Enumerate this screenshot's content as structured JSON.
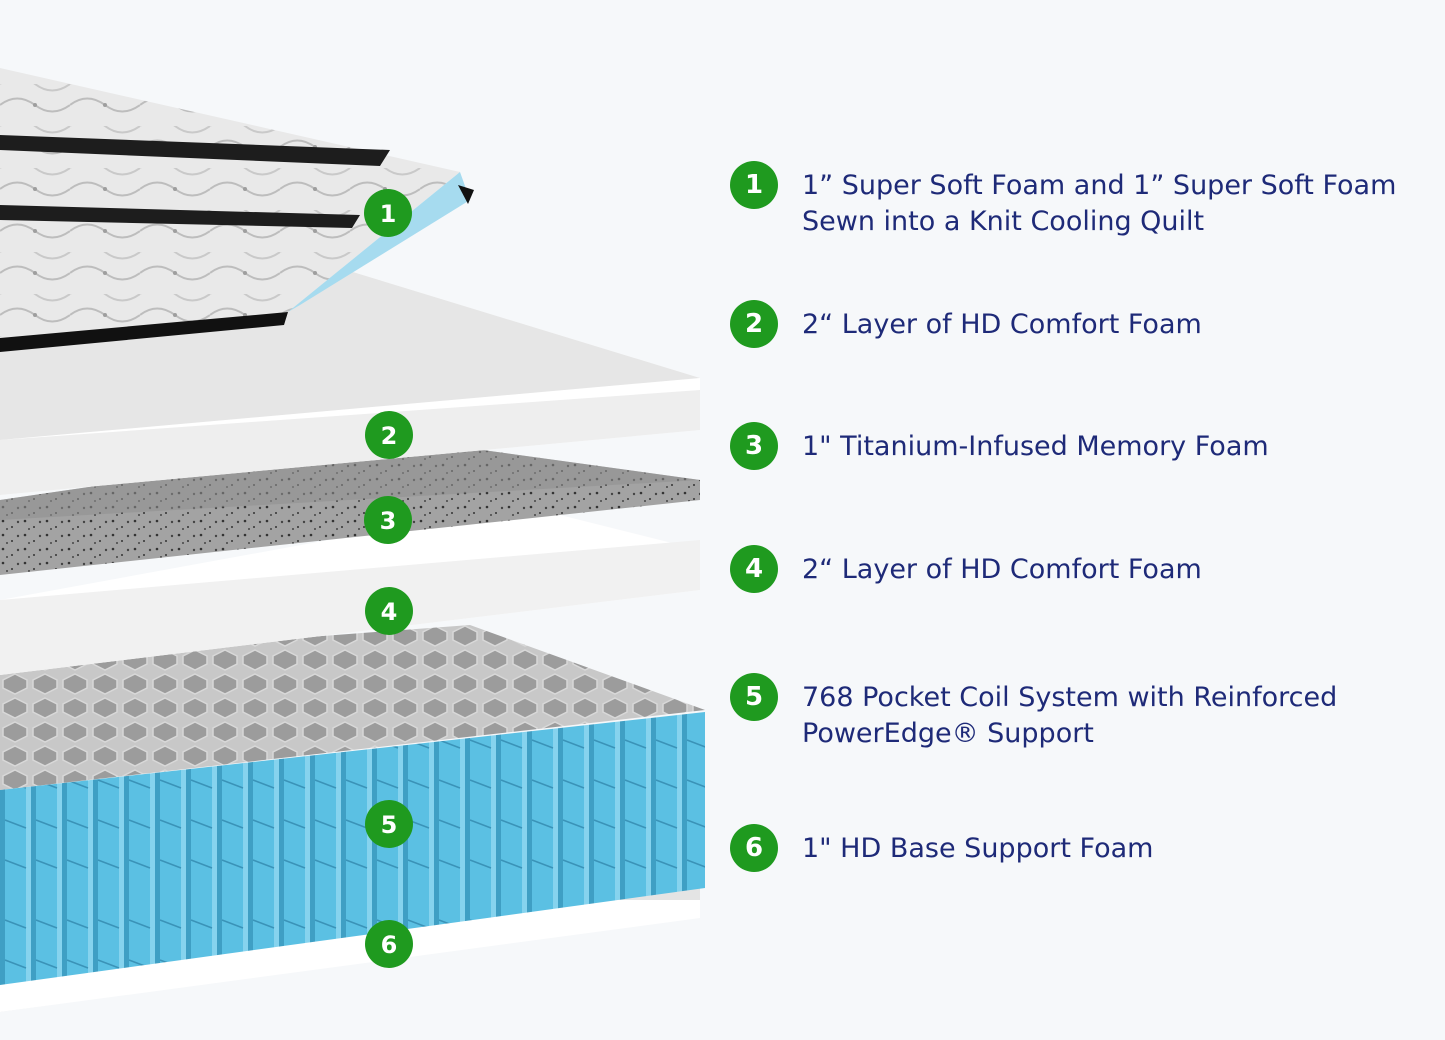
{
  "colors": {
    "background": "#f6f8fa",
    "badge": "#1f9a1f",
    "text": "#1e2a78",
    "coil": "#5bc0e3"
  },
  "layers": [
    {
      "number": "1",
      "lines": [
        "1” Super Soft Foam and 1” Super Soft Foam",
        "Sewn into a Knit Cooling Quilt"
      ]
    },
    {
      "number": "2",
      "lines": [
        "2“ Layer of HD Comfort Foam"
      ]
    },
    {
      "number": "3",
      "lines": [
        "1\" Titanium-Infused Memory Foam"
      ]
    },
    {
      "number": "4",
      "lines": [
        "2“ Layer of HD Comfort Foam"
      ]
    },
    {
      "number": "5",
      "lines": [
        "768 Pocket Coil System with Reinforced",
        "PowerEdge® Support"
      ]
    },
    {
      "number": "6",
      "lines": [
        "1\" HD Base Support Foam"
      ]
    }
  ]
}
